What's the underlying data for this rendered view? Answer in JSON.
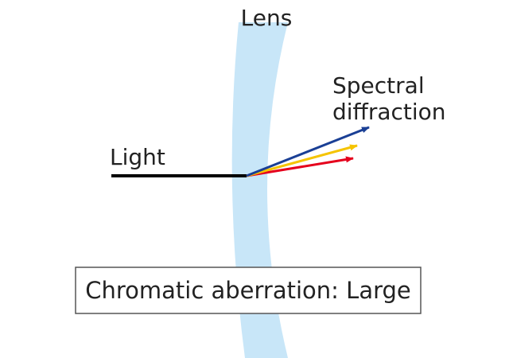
{
  "labels": {
    "lens": "Lens",
    "light": "Light",
    "spectral_line1": "Spectral",
    "spectral_line2": "diffraction",
    "caption": "Chromatic aberration: Large"
  },
  "colors": {
    "lens_fill": "#c8e6f8",
    "light_ray": "#000000",
    "ray_blue": "#1a3f95",
    "ray_yellow": "#f5c400",
    "ray_red": "#e5001c",
    "caption_border": "#555555",
    "text": "#222222"
  }
}
